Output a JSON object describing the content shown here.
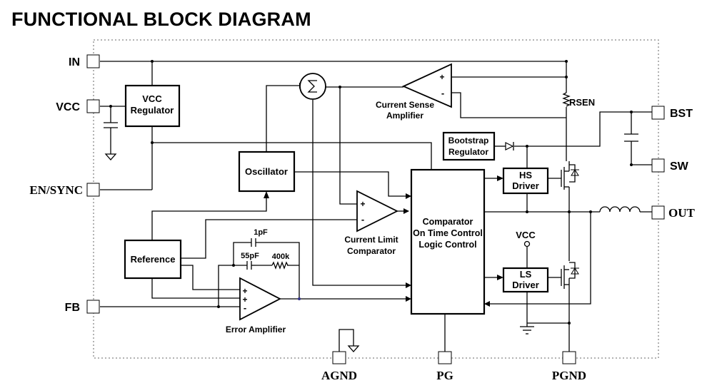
{
  "title": "FUNCTIONAL BLOCK DIAGRAM",
  "pins": {
    "in": "IN",
    "vcc": "VCC",
    "en_sync": "EN/SYNC",
    "fb": "FB",
    "bst": "BST",
    "sw": "SW",
    "out": "OUT",
    "agnd": "AGND",
    "pg": "PG",
    "pgnd": "PGND"
  },
  "blocks": {
    "vcc_regulator": [
      "VCC",
      "Regulator"
    ],
    "oscillator": "Oscillator",
    "reference": "Reference",
    "bootstrap_regulator": [
      "Bootstrap",
      "Regulator"
    ],
    "hs_driver": [
      "HS",
      "Driver"
    ],
    "ls_driver": [
      "LS",
      "Driver"
    ],
    "comparator": [
      "Comparator",
      "On Time Control",
      "Logic Control"
    ]
  },
  "labels": {
    "current_sense_amplifier": [
      "Current Sense",
      "Amplifier"
    ],
    "current_limit_comparator": [
      "Current Limit",
      "Comparator"
    ],
    "error_amplifier": "Error Amplifier",
    "rsen": "RSEN",
    "vcc_ls": "VCC",
    "cap_1pf": "1pF",
    "cap_55pf": "55pF",
    "res_400k": "400k",
    "plus": "+",
    "minus": "-"
  }
}
